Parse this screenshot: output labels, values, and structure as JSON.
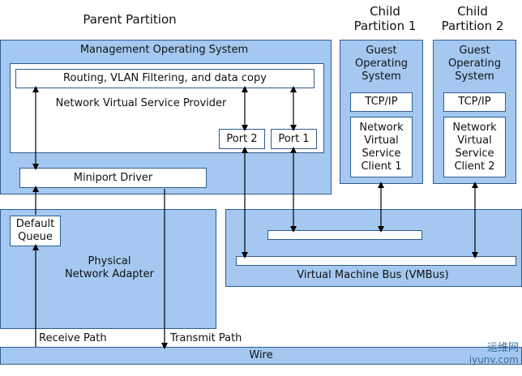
{
  "labels": {
    "parent_partition": "Parent Partition",
    "child_partition_1": "Child\nPartition 1",
    "child_partition_2": "Child\nPartition 2",
    "management_os": "Management Operating System",
    "routing": "Routing, VLAN Filtering, and data copy",
    "nvsp": "Network Virtual Service Provider",
    "port2": "Port 2",
    "port1": "Port 1",
    "miniport": "Miniport Driver",
    "default_queue": "Default\nQueue",
    "physical_adapter": "Physical\nNetwork Adapter",
    "guest_os_1": "Guest\nOperating\nSystem",
    "guest_os_2": "Guest\nOperating\nSystem",
    "tcpip_1": "TCP/IP",
    "tcpip_2": "TCP/IP",
    "nvsc_1": "Network\nVirtual\nService\nClient 1",
    "nvsc_2": "Network\nVirtual\nService\nClient 2",
    "vmbus": "Virtual Machine Bus (VMBus)",
    "receive_path": "Receive Path",
    "transmit_path": "Transmit Path",
    "wire": "Wire"
  },
  "watermark": {
    "line1": "运维网",
    "line2": "iyunv.com"
  },
  "colors": {
    "box_fill": "#a4c8f0",
    "border": "#2f5d8e"
  }
}
